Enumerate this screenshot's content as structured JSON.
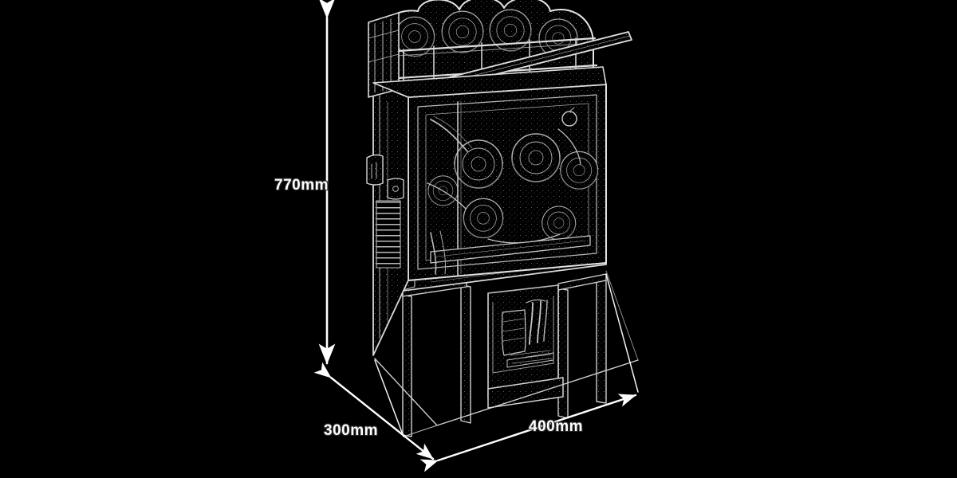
{
  "scene": {
    "background_color": "#000000",
    "line_color": "#ffffff",
    "subject": "orange-juicing-machine-line-drawing",
    "style": "technical-sketch"
  },
  "dimensions": {
    "height": {
      "label": "770mm",
      "value": 770,
      "unit": "mm",
      "axis": "vertical"
    },
    "depth": {
      "label": "300mm",
      "value": 300,
      "unit": "mm",
      "axis": "depth"
    },
    "width": {
      "label": "400mm",
      "value": 400,
      "unit": "mm",
      "axis": "horizontal"
    }
  },
  "machine": {
    "sections": {
      "crown": "scalloped-ornamental-top-with-oranges",
      "hopper": "glass-fronted-fruit-hopper",
      "dispense": "juice-dispensing-bay",
      "base": "open-leg-cabinet-base"
    }
  }
}
